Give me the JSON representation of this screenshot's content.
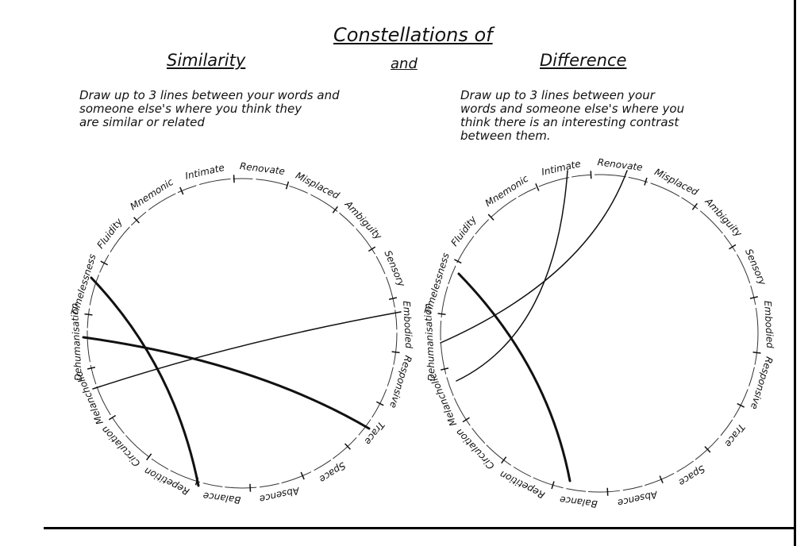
{
  "title": "Constellations of",
  "left": {
    "heading": "Similarity",
    "instructions": "Draw up to 3 lines between your words and\nsomeone else's where you think they\nare similar or related"
  },
  "connector": "and",
  "right": {
    "heading": "Difference",
    "instructions": "Draw up to 3 lines between your\nwords and someone else's where you\nthink there is an interesting contrast\nbetween them."
  },
  "words": [
    "Mnemonic",
    "Intimate",
    "Renovate",
    "Misplaced",
    "Ambiguity",
    "Sensory",
    "Embodied",
    "Responsive",
    "Trace",
    "Space",
    "Absence",
    "Balance",
    "Repetition",
    "Circulation",
    "Melancholic",
    "Dehumanisation",
    "Timelessness",
    "Fluidity"
  ]
}
